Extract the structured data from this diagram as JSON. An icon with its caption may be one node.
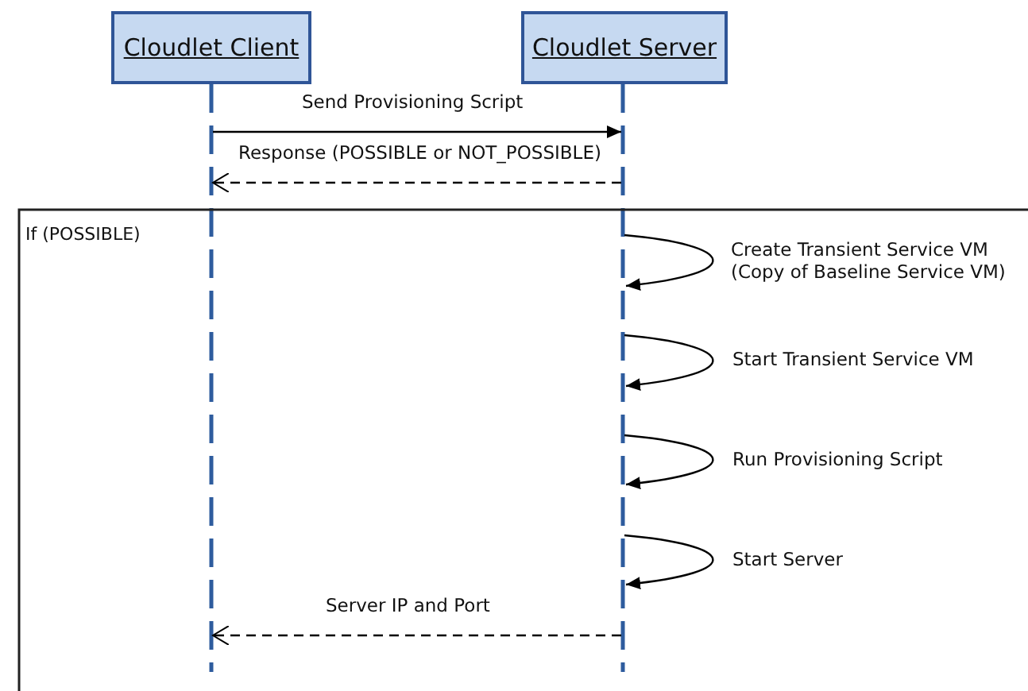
{
  "diagram": {
    "nodes": [
      {
        "text": [
          "Cloudlet Client"
        ]
      },
      {
        "text": [
          "Cloudlet Server"
        ]
      }
    ],
    "edges": [
      {
        "from": 0,
        "to": 1,
        "arrow": "to",
        "label": "Send Provisioning Script"
      },
      {
        "from": 1,
        "to": 0,
        "arrow": "to",
        "style": "dashed",
        "label": "Response (POSSIBLE or NOT_POSSIBLE)"
      },
      {
        "from": 1,
        "to": 1,
        "arrow": "to",
        "label": "Create Transient Service VM (Copy of Baseline Service VM)"
      },
      {
        "from": 1,
        "to": 1,
        "arrow": "to",
        "label": "Start Transient Service VM"
      },
      {
        "from": 1,
        "to": 1,
        "arrow": "to",
        "label": "Run Provisioning Script"
      },
      {
        "from": 1,
        "to": 1,
        "arrow": "to",
        "label": "Start Server"
      },
      {
        "from": 1,
        "to": 0,
        "arrow": "to",
        "style": "dashed",
        "label": "Server IP and Port"
      }
    ],
    "labels": [
      "If (POSSIBLE)"
    ]
  }
}
